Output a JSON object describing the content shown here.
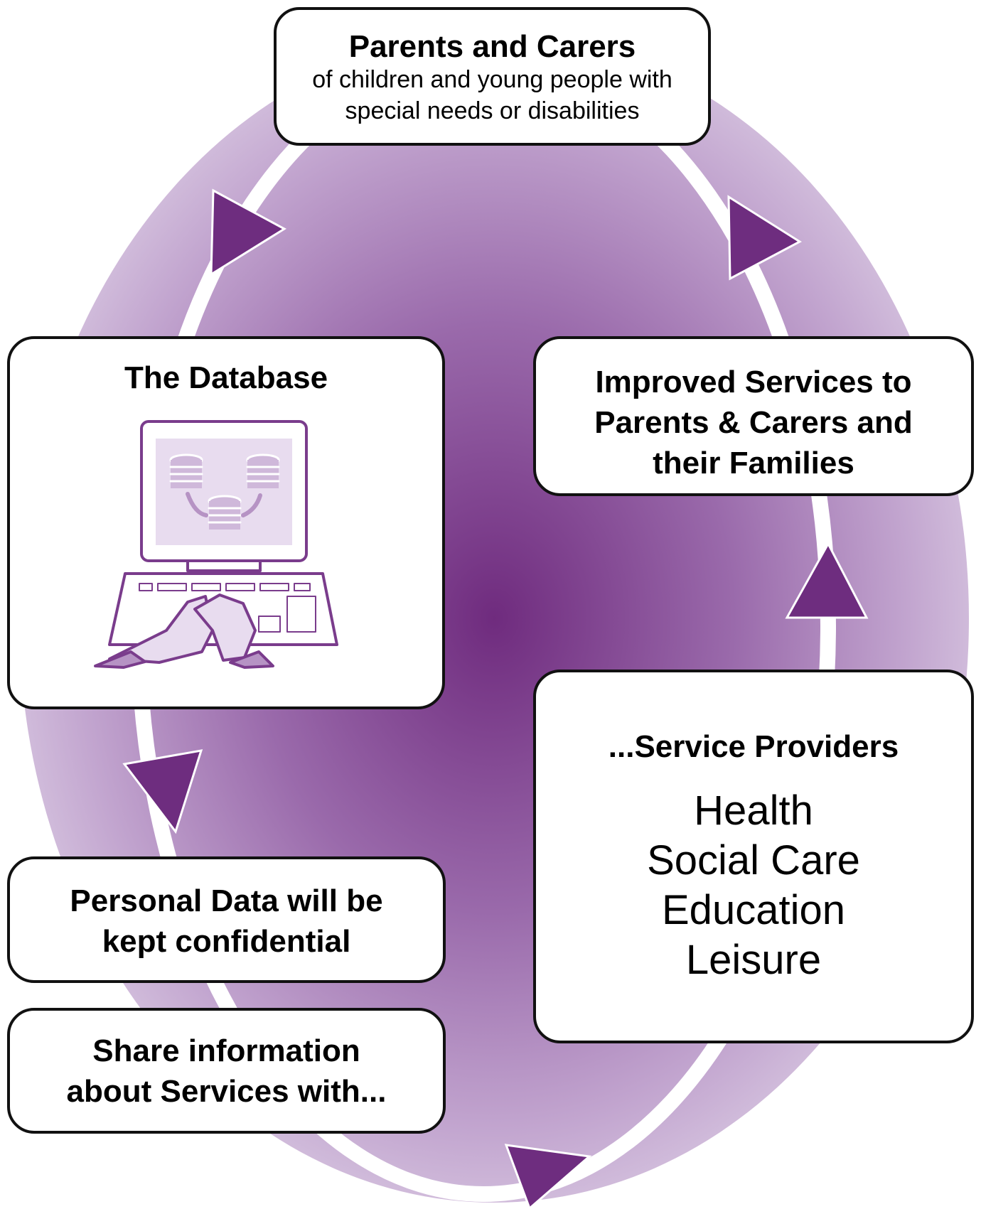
{
  "colors": {
    "accent": "#6e2d7f",
    "center": "#6f2b7e",
    "mid": "#a37eb2",
    "edge": "#dccde4",
    "box_border": "#111111",
    "computer_line": "#7a3c8c",
    "computer_fill": "#e8dcef"
  },
  "parents": {
    "title": "Parents and Carers",
    "line1": "of children and young people with",
    "line2": "special needs or disabilities"
  },
  "database": {
    "title": "The Database",
    "illustration": "computer-with-database-icon"
  },
  "improved": {
    "line1": "Improved Services to",
    "line2": "Parents & Carers and",
    "line3": "their Families"
  },
  "providers": {
    "title": "...Service Providers",
    "items": [
      "Health",
      "Social Care",
      "Education",
      "Leisure"
    ]
  },
  "personal": {
    "line1": "Personal Data will be",
    "line2": "kept confidential"
  },
  "share": {
    "line1": "Share information",
    "line2": "about Services with..."
  }
}
